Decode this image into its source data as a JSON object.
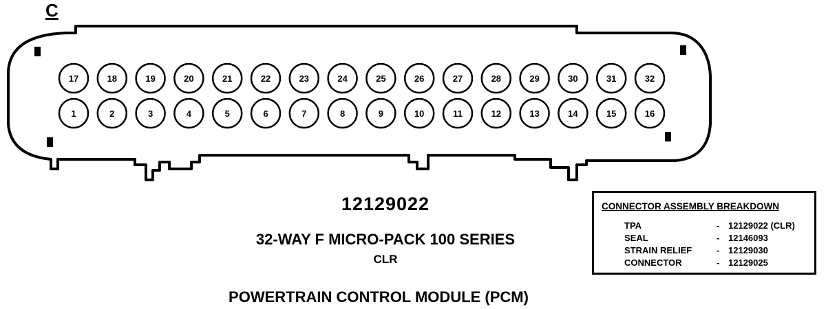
{
  "connector": {
    "view_letter": "C",
    "top_row_pins": [
      "17",
      "18",
      "19",
      "20",
      "21",
      "22",
      "23",
      "24",
      "25",
      "26",
      "27",
      "28",
      "29",
      "30",
      "31",
      "32"
    ],
    "bottom_row_pins": [
      "1",
      "2",
      "3",
      "4",
      "5",
      "6",
      "7",
      "8",
      "9",
      "10",
      "11",
      "12",
      "13",
      "14",
      "15",
      "16"
    ]
  },
  "part_number": "12129022",
  "series": "32-WAY F MICRO-PACK 100 SERIES",
  "color_code": "CLR",
  "module_name": "POWERTRAIN CONTROL MODULE (PCM)",
  "breakdown": {
    "title": "CONNECTOR ASSEMBLY BREAKDOWN",
    "rows": [
      {
        "name": "TPA",
        "dash": "-",
        "part": "12129022 (CLR)"
      },
      {
        "name": "SEAL",
        "dash": "-",
        "part": "12146093"
      },
      {
        "name": "STRAIN RELIEF",
        "dash": "-",
        "part": "12129030"
      },
      {
        "name": "CONNECTOR",
        "dash": "-",
        "part": "12129025"
      }
    ]
  }
}
